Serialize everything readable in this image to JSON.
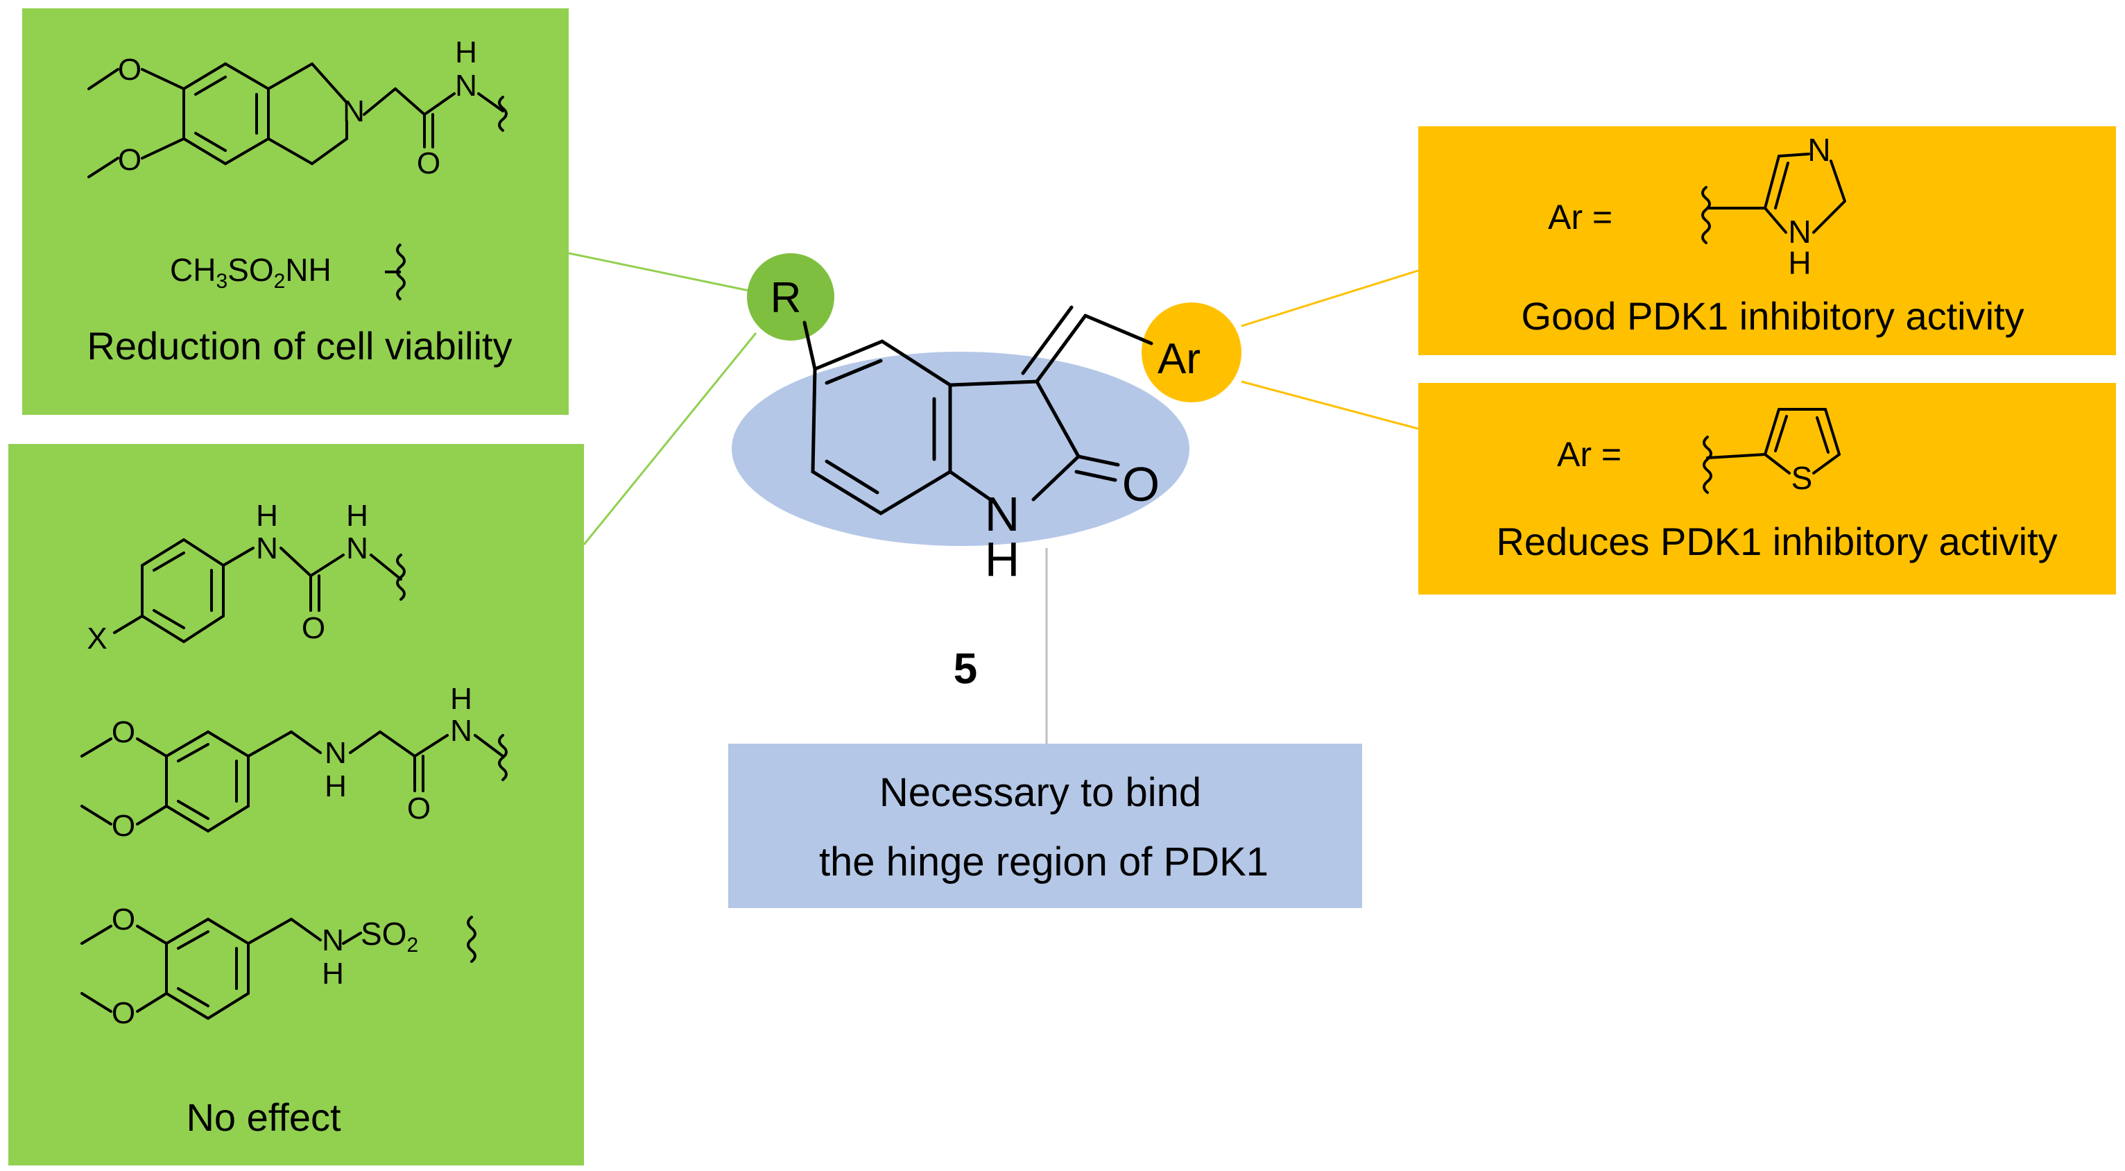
{
  "core": {
    "compound_number": "5",
    "nh_n": "N",
    "nh_h": "H",
    "carbonyl_o": "O",
    "r_label": "R",
    "ar_label": "Ar"
  },
  "r_groups": {
    "top": {
      "caption": "Reduction of cell viability",
      "sub1": {
        "n_ring": "N",
        "amide_o": "O",
        "amide_n": "N",
        "amide_h": "H",
        "ome1": "O",
        "ome2": "O"
      },
      "sub2": {
        "p1": "CH",
        "s1": "3",
        "p2": "SO",
        "s2": "2",
        "p3": "NH"
      }
    },
    "bottom": {
      "caption": "No effect",
      "urea": {
        "x": "X",
        "n1": "N",
        "h1": "H",
        "n2": "N",
        "h2": "H",
        "o": "O"
      },
      "amine_amide": {
        "n_amine": "N",
        "h_amine": "H",
        "amide_o": "O",
        "amide_n": "N",
        "amide_h": "H",
        "ome1": "O",
        "ome2": "O"
      },
      "sulfonamide": {
        "n": "N",
        "h": "H",
        "so": "SO",
        "so_sub": "2",
        "ome1": "O",
        "ome2": "O"
      }
    }
  },
  "ar_groups": {
    "imidazole": {
      "equation": "Ar =",
      "n_top": "N",
      "nh_n": "N",
      "nh_h": "H",
      "caption": "Good PDK1 inhibitory activity"
    },
    "thiophene": {
      "equation": "Ar =",
      "s": "S",
      "caption": "Reduces PDK1 inhibitory activity"
    }
  },
  "nh_note": {
    "line1": "Necessary to bind",
    "line2": "the hinge region of PDK1"
  },
  "colors": {
    "green_box": "#92d050",
    "orange_box": "#ffc000",
    "blue_box": "#b4c7e7",
    "ellipse": "#b4c7e7",
    "green_circle": "#7fbf3f",
    "orange_circle": "#ffc000",
    "green_line": "#92d050",
    "orange_line": "#ffc000",
    "grey_line": "#bfbfbf"
  }
}
